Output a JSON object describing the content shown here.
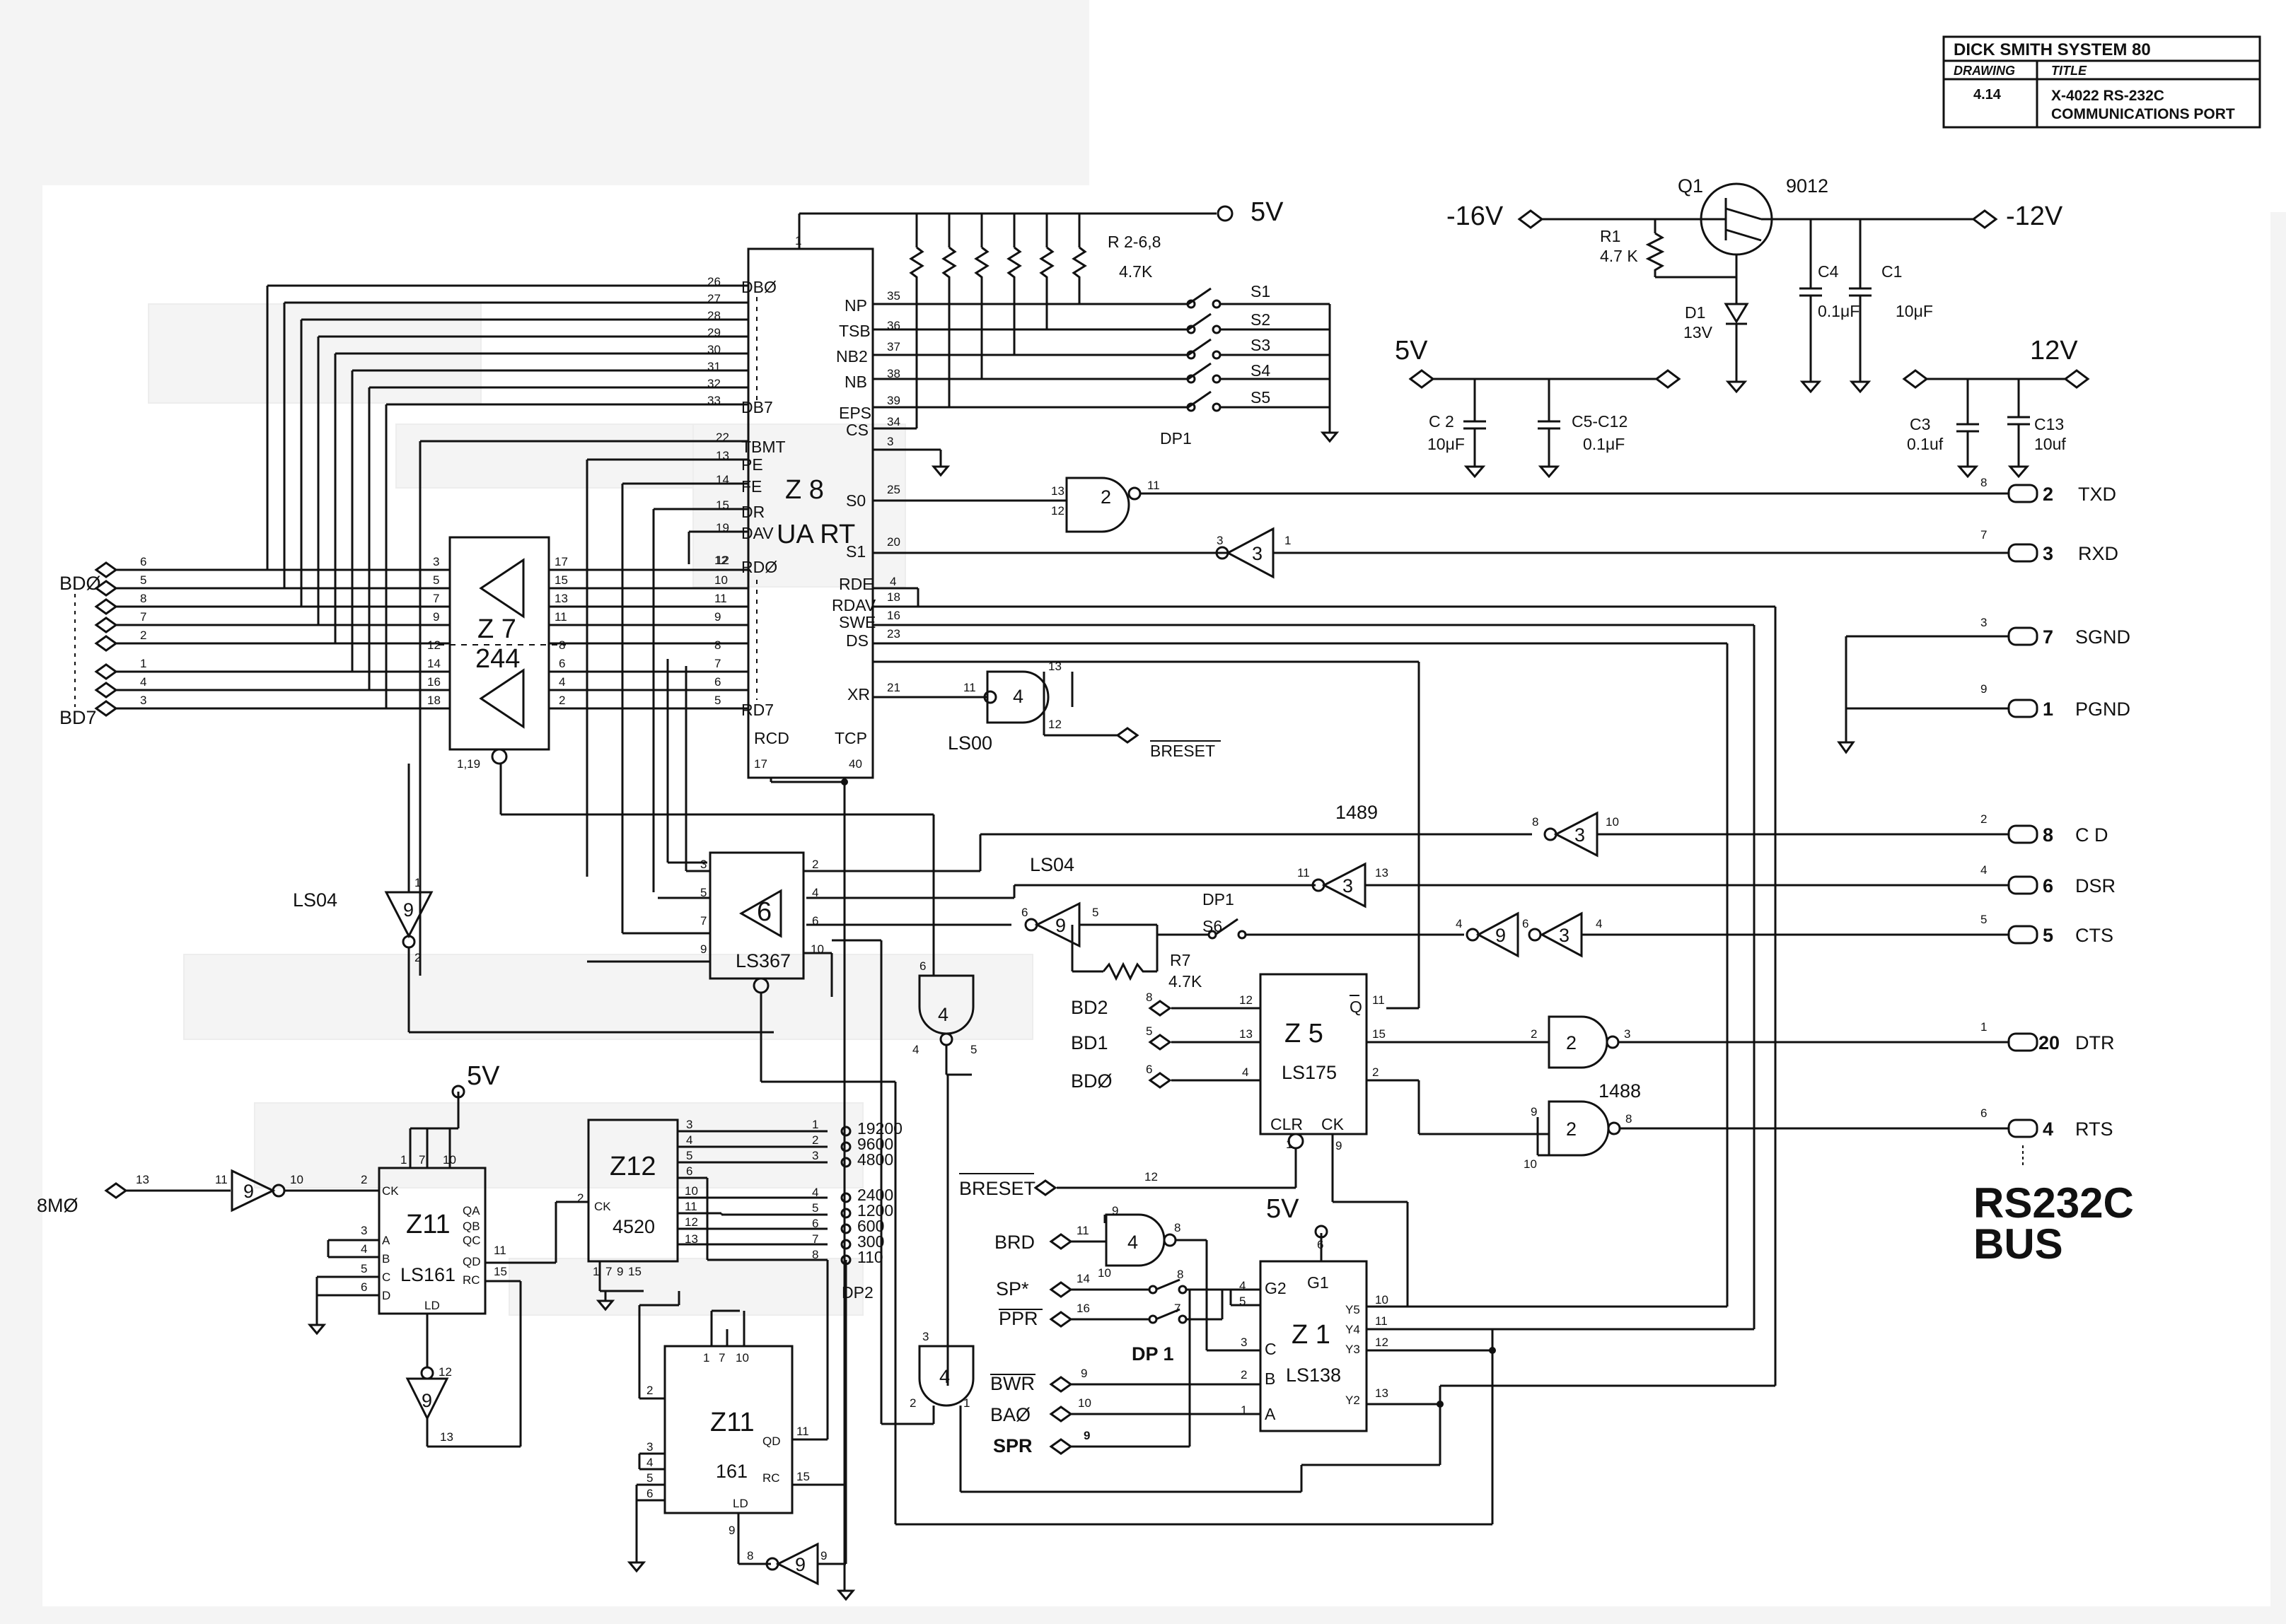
{
  "title_block": {
    "company": "DICK SMITH SYSTEM 80",
    "drawing_label": "DRAWING",
    "drawing_number": "4.14",
    "title_label": "TITLE",
    "title_line1": "X-4022 RS-232C",
    "title_line2": "COMMUNICATIONS PORT"
  },
  "bus_label_line1": "RS232C",
  "bus_label_line2": "BUS",
  "power": {
    "v5": "5V",
    "v5_b": "5V",
    "v5_c": "5V",
    "v5_d": "5V",
    "vm16": "-16V",
    "vm12": "-12V",
    "v12": "12V"
  },
  "components": {
    "q1": "Q1",
    "q1_type": "9012",
    "r1": "R1",
    "r1_value": "4.7 K",
    "d1": "D1",
    "d1_value": "13V",
    "c4": "C4",
    "c4_value": "0.1μF",
    "c1": "C1",
    "c1_value": "10μF",
    "c2": "C 2",
    "c2_value": "10μF",
    "c5": "C5-C12",
    "c5_value": "0.1μF",
    "c3": "C3",
    "c3_value": "0.1uf",
    "c13": "C13",
    "c13_value": "10uf",
    "rnet": "R 2-6,8",
    "rnet_value": "4.7K",
    "r7": "R7",
    "r7_value": "4.7K",
    "dp1": "DP1",
    "dp1_b": "DP1",
    "dp1_c": "DP 1",
    "dp2": "DP2"
  },
  "chips": {
    "z8_name": "Z 8",
    "z8_type": "UA RT",
    "z7_name": "Z 7",
    "z7_type": "244",
    "z5_name": "Z 5",
    "z5_type": "LS175",
    "z1_name": "Z 1",
    "z1_type": "LS138",
    "z11_name": "Z11",
    "z11_type": "LS161",
    "z12_name": "Z12",
    "z12_type": "4520",
    "z11b_name": "Z11",
    "z11b_type": "161",
    "ls367_name": "6",
    "ls367_type": "LS367",
    "ls00": "LS00",
    "ls04_a": "LS04",
    "ls04_b": "LS04",
    "ic1489": "1489",
    "ic1488": "1488"
  },
  "uart_pins": [
    "DBØ",
    "NP",
    "TSB",
    "NB2",
    "NB",
    "EPS",
    "CS",
    "DB7",
    "TBMT",
    "PE",
    "FE",
    "DR",
    "DAV",
    "RDØ",
    "S0",
    "S1",
    "RDE",
    "RDAV",
    "SWE",
    "DS",
    "XR",
    "RD7",
    "RCD",
    "TCP"
  ],
  "switches": [
    "S1",
    "S2",
    "S3",
    "S4",
    "S5",
    "S6"
  ],
  "bd_labels": [
    "BDØ",
    "BD7"
  ],
  "connector": [
    {
      "pin": "2",
      "name": "TXD",
      "cable": "8"
    },
    {
      "pin": "3",
      "name": "RXD",
      "cable": "7"
    },
    {
      "pin": "7",
      "name": "SGND",
      "cable": "3"
    },
    {
      "pin": "1",
      "name": "PGND",
      "cable": "9"
    },
    {
      "pin": "8",
      "name": "C D",
      "cable": "2"
    },
    {
      "pin": "6",
      "name": "DSR",
      "cable": "4"
    },
    {
      "pin": "5",
      "name": "CTS",
      "cable": "5"
    },
    {
      "pin": "20",
      "name": "DTR",
      "cable": "1"
    },
    {
      "pin": "4",
      "name": "RTS",
      "cable": "6"
    }
  ],
  "left_signals": {
    "clock": "8MØ",
    "breset_bar": "BRESET",
    "breset_in": "BRESET",
    "bd2": "BD2",
    "bd1": "BD1",
    "bd0": "BDØ",
    "brd": "BRD",
    "sp": "SP*",
    "ppr": "PPR",
    "bwr": "BWR",
    "ba0": "BAØ",
    "spr": "SPR"
  },
  "baud_rates": [
    "19200",
    "9600",
    "4800",
    "2400",
    "1200",
    "600",
    "300",
    "110"
  ]
}
